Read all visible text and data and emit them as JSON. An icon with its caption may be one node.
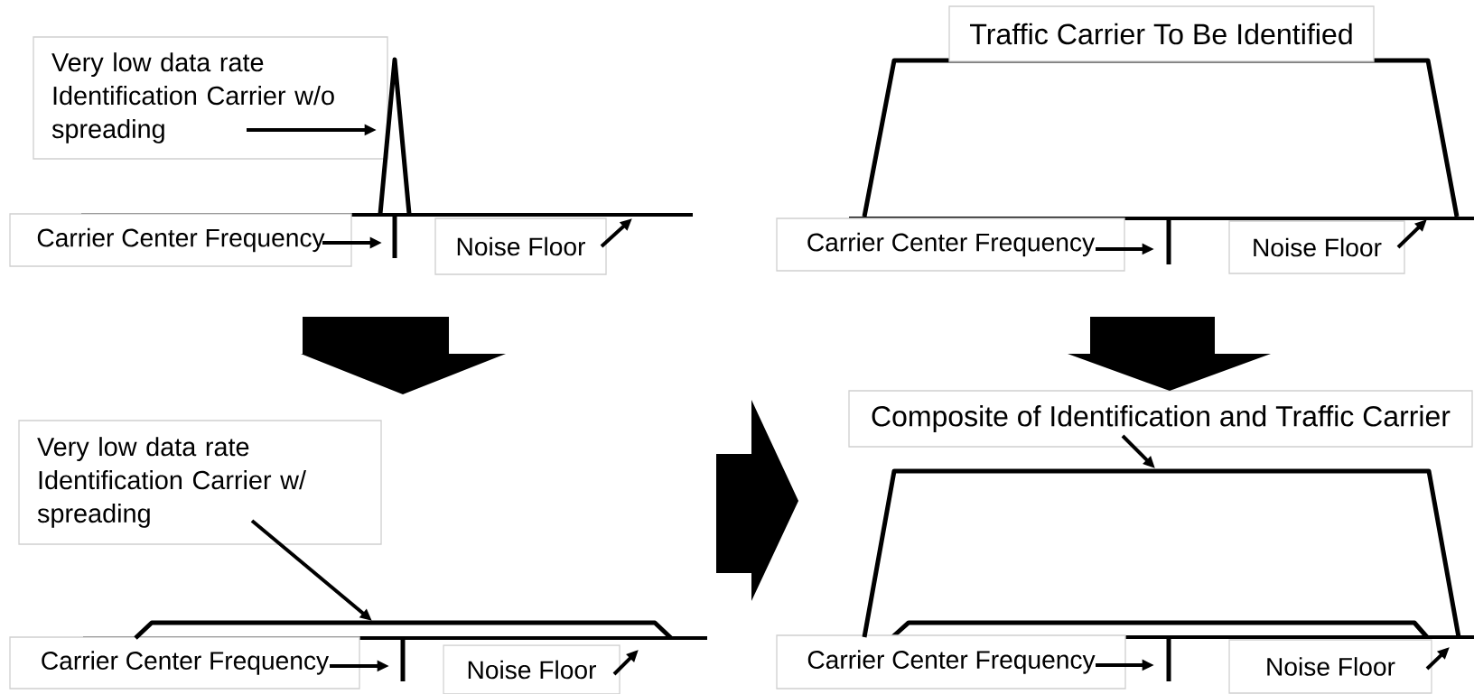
{
  "diagram": {
    "nodes": [
      {
        "text": [
          "Very low data rate Identification Carrier w/o spreading"
        ]
      },
      {
        "text": [
          "Carrier Center Frequency"
        ]
      },
      {
        "text": [
          "Noise Floor"
        ]
      },
      {
        "text": [
          "Traffic Carrier To Be Identified"
        ]
      },
      {
        "text": [
          "Carrier Center Frequency"
        ]
      },
      {
        "text": [
          "Noise Floor"
        ]
      },
      {
        "text": [
          "Very low data rate Identification Carrier w/ spreading"
        ]
      },
      {
        "text": [
          "Carrier Center Frequency"
        ]
      },
      {
        "text": [
          "Noise Floor"
        ]
      },
      {
        "text": [
          "Composite of Identification and Traffic Carrier"
        ]
      },
      {
        "text": [
          "Carrier Center Frequency"
        ]
      },
      {
        "text": [
          "Noise Floor"
        ]
      },
      {
        "text": [],
        "shape": "triangle"
      },
      {
        "text": [],
        "shape": "trapezoid"
      },
      {
        "text": [],
        "shape": "trapezoid"
      }
    ],
    "edges": [
      {
        "from": 0,
        "to": 12,
        "arrow": "to"
      },
      {
        "from": 1,
        "to": null,
        "arrow": "to"
      },
      {
        "from": 2,
        "to": null,
        "arrow": "to"
      },
      {
        "from": 4,
        "to": null,
        "arrow": "to"
      },
      {
        "from": 5,
        "to": null,
        "arrow": "to"
      },
      {
        "from": 6,
        "to": 13,
        "arrow": "to"
      },
      {
        "from": 7,
        "to": null,
        "arrow": "to"
      },
      {
        "from": 8,
        "to": null,
        "arrow": "to"
      },
      {
        "from": 9,
        "to": 14,
        "arrow": "to"
      },
      {
        "from": 10,
        "to": null,
        "arrow": "to"
      },
      {
        "from": 11,
        "to": null,
        "arrow": "to"
      },
      {
        "from": null,
        "to": 9,
        "arrow": "to",
        "style": "thick"
      }
    ]
  }
}
